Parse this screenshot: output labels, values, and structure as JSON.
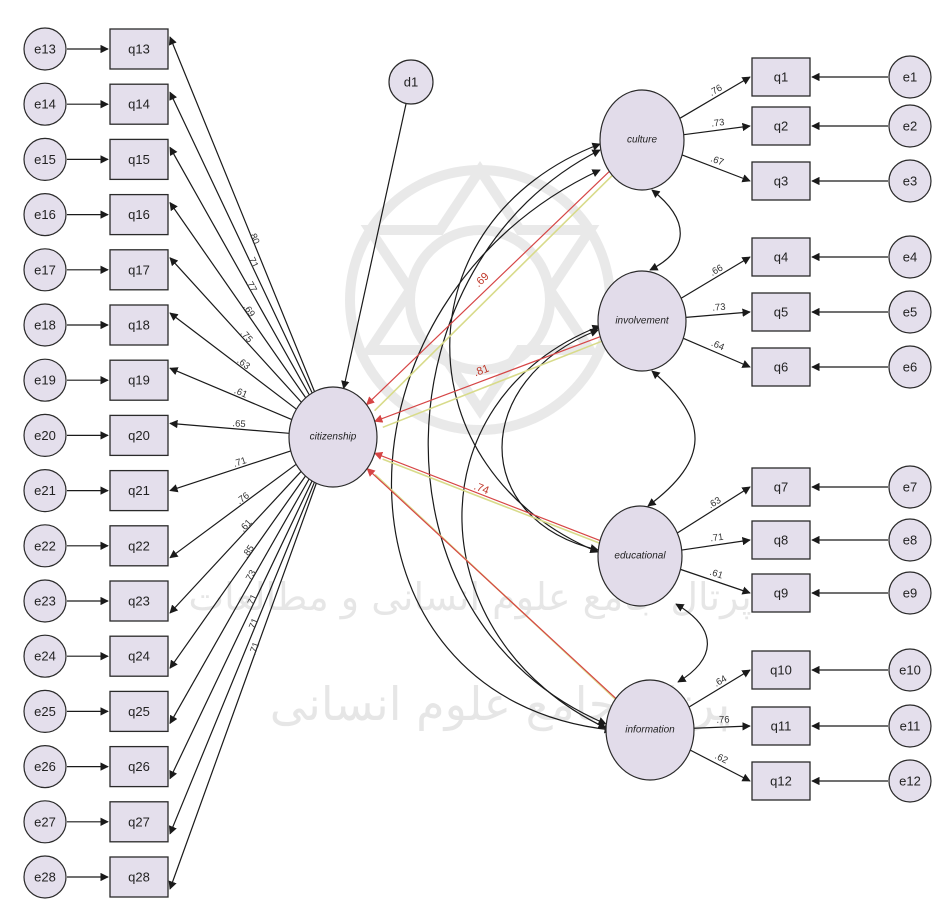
{
  "observed_left": [
    {
      "err": "e13",
      "item": "q13",
      "coef": ".80"
    },
    {
      "err": "e14",
      "item": "q14",
      "coef": ".71"
    },
    {
      "err": "e15",
      "item": "q15",
      "coef": ".77"
    },
    {
      "err": "e16",
      "item": "q16",
      "coef": ".69"
    },
    {
      "err": "e17",
      "item": "q17",
      "coef": ".75"
    },
    {
      "err": "e18",
      "item": "q18",
      "coef": ".63"
    },
    {
      "err": "e19",
      "item": "q19",
      "coef": ".61"
    },
    {
      "err": "e20",
      "item": "q20",
      "coef": ".65"
    },
    {
      "err": "e21",
      "item": "q21",
      "coef": ".71"
    },
    {
      "err": "e22",
      "item": "q22",
      "coef": ".76"
    },
    {
      "err": "e23",
      "item": "q23",
      "coef": ".61"
    },
    {
      "err": "e24",
      "item": "q24",
      "coef": ".85"
    },
    {
      "err": "e25",
      "item": "q25",
      "coef": ".73"
    },
    {
      "err": "e26",
      "item": "q26",
      "coef": ".71"
    },
    {
      "err": "e27",
      "item": "q27",
      "coef": ".71"
    },
    {
      "err": "e28",
      "item": "q28",
      "coef": ".71"
    }
  ],
  "observed_right": [
    {
      "item": "q1",
      "err": "e1",
      "coef": ".76"
    },
    {
      "item": "q2",
      "err": "e2",
      "coef": ".73"
    },
    {
      "item": "q3",
      "err": "e3",
      "coef": ".67"
    },
    {
      "item": "q4",
      "err": "e4",
      "coef": ".66"
    },
    {
      "item": "q5",
      "err": "e5",
      "coef": ".73"
    },
    {
      "item": "q6",
      "err": "e6",
      "coef": ".64"
    },
    {
      "item": "q7",
      "err": "e7",
      "coef": ".63"
    },
    {
      "item": "q8",
      "err": "e8",
      "coef": ".71"
    },
    {
      "item": "q9",
      "err": "e9",
      "coef": ".61"
    },
    {
      "item": "q10",
      "err": "e10",
      "coef": ".64"
    },
    {
      "item": "q11",
      "err": "e11",
      "coef": ".76"
    },
    {
      "item": "q12",
      "err": "e12",
      "coef": ".62"
    }
  ],
  "latent": {
    "central": "citizenship",
    "disturbance": "d1",
    "factors": [
      "culture",
      "involvement",
      "educational",
      "information"
    ]
  },
  "paths": [
    {
      "from": "culture",
      "coef": ".69"
    },
    {
      "from": "involvement",
      "coef": ".81"
    },
    {
      "from": "educational",
      "coef": ".74"
    },
    {
      "from": "information",
      "coef": ""
    }
  ],
  "watermark": {
    "line1": "پرتال جامع علوم انسانی و مطالعات",
    "line2": "پرتال جامع علوم انسانی"
  }
}
